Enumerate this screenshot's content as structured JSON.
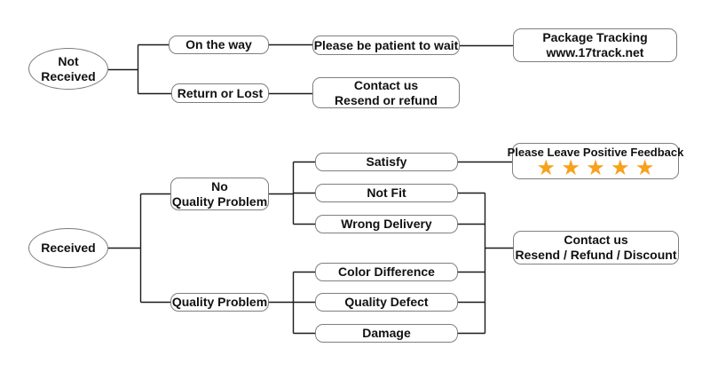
{
  "diagram": {
    "name": "after-sales-service-flowchart",
    "colors": {
      "box_border": "#7f7f7f",
      "connector_line": "#1a1a1a",
      "star": "#F7A11C",
      "text": "#111111",
      "background": "#ffffff"
    },
    "not_received_flow": {
      "start": {
        "line1": "Not",
        "line2": "Received"
      },
      "on_the_way": {
        "label": "On the way"
      },
      "please_wait": {
        "label": "Please be patient to wait"
      },
      "package_tracking": {
        "line1": "Package Tracking",
        "line2": "www.17track.net"
      },
      "return_or_lost": {
        "label": "Return or Lost"
      },
      "contact_us": {
        "line1": "Contact us",
        "line2": "Resend or refund"
      }
    },
    "received_flow": {
      "start": {
        "label": "Received"
      },
      "no_quality_problem": {
        "line1": "No",
        "line2": "Quality Problem"
      },
      "satisfy": {
        "label": "Satisfy"
      },
      "not_fit": {
        "label": "Not Fit"
      },
      "wrong_delivery": {
        "label": "Wrong Delivery"
      },
      "feedback": {
        "label": "Please Leave Positive Feedback",
        "star_glyph": "★",
        "star_count": 5
      },
      "quality_problem": {
        "label": "Quality Problem"
      },
      "color_difference": {
        "label": "Color Difference"
      },
      "quality_defect": {
        "label": "Quality Defect"
      },
      "damage": {
        "label": "Damage"
      },
      "contact_us": {
        "line1": "Contact us",
        "line2": "Resend / Refund / Discount"
      }
    }
  }
}
